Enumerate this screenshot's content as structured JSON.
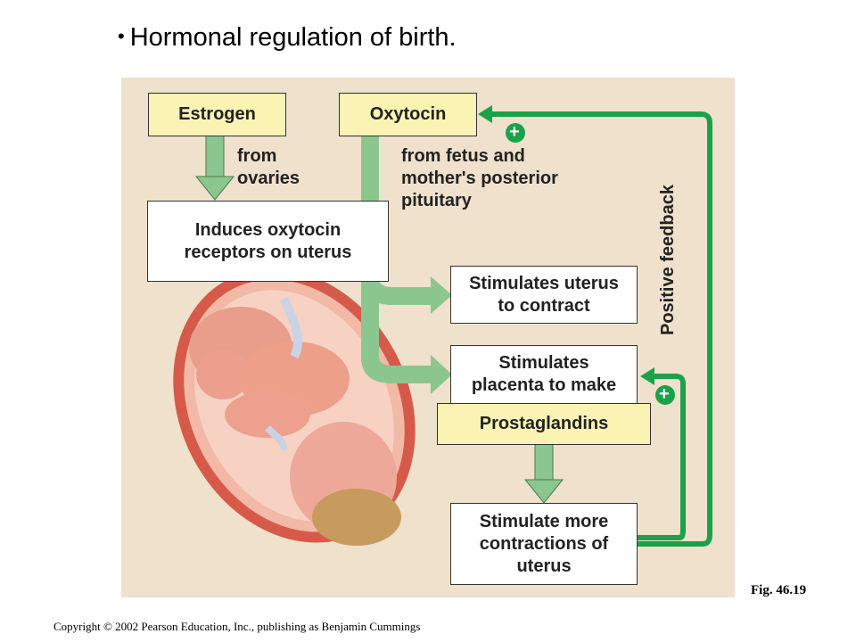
{
  "title": "Hormonal regulation of birth.",
  "title_bullet": "•",
  "boxes": {
    "estrogen": "Estrogen",
    "oxytocin": "Oxytocin",
    "induces": "Induces oxytocin receptors on uterus",
    "stimulates_uterus": "Stimulates uterus to contract",
    "stimulates_placenta": "Stimulates placenta to make",
    "prostaglandins": "Prostaglandins",
    "stimulate_more": "Stimulate more contractions of uterus"
  },
  "labels": {
    "from_ovaries": "from ovaries",
    "from_fetus": "from fetus and mother's posterior pituitary",
    "positive_feedback": "Positive feedback",
    "plus": "+"
  },
  "figure_ref": "Fig. 46.19",
  "copyright": "Copyright © 2002 Pearson Education, Inc., publishing as Benjamin Cummings",
  "colors": {
    "panel": "#efe1cc",
    "arrow_green": "#8cc68f",
    "feedback_green": "#1aa24a",
    "hormone_box": "#fbf3b4"
  }
}
